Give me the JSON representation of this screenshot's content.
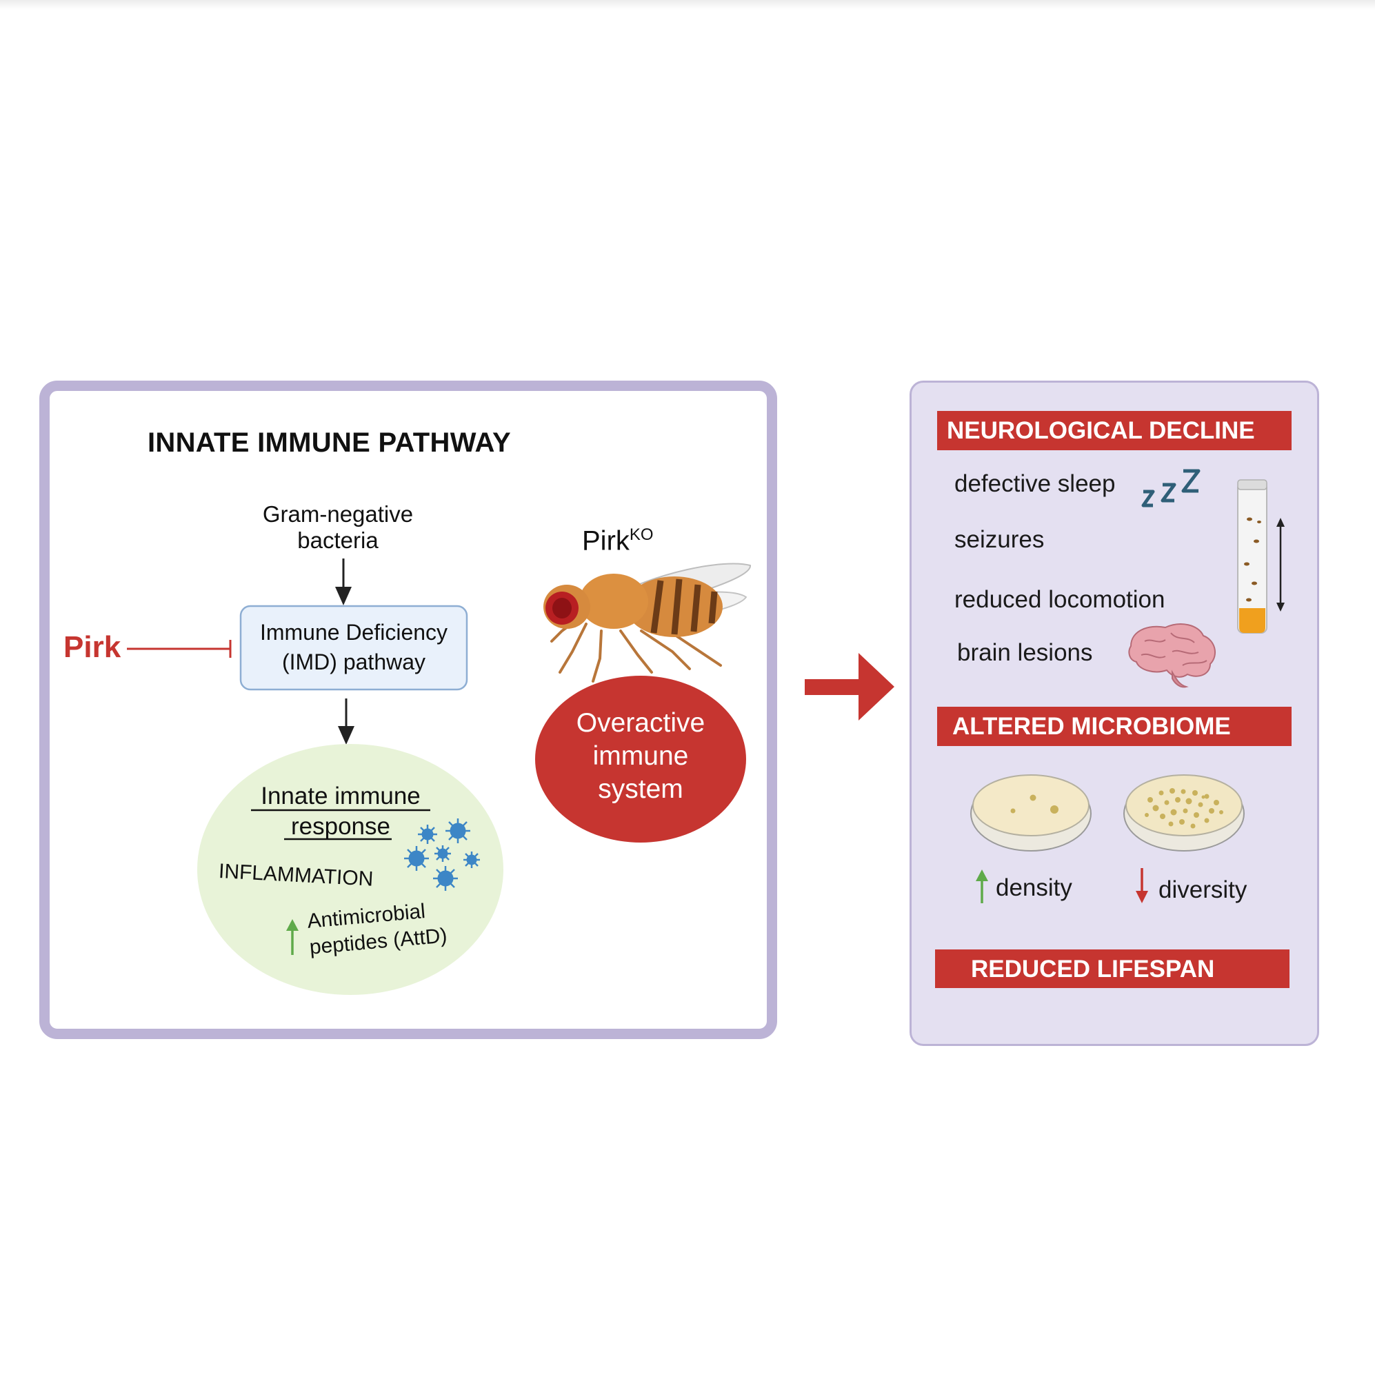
{
  "left_panel": {
    "title": "INNATE IMMUNE PATHWAY",
    "bacteria_label": "Gram-negative bacteria",
    "inhibitor_label": "Pirk",
    "imd_box": {
      "line1": "Immune Deficiency",
      "line2": "(IMD) pathway"
    },
    "response": {
      "title_line1": "Innate immune",
      "title_line2": "response",
      "inflammation": "INFLAMMATION",
      "amp_line1": "Antimicrobial",
      "amp_line2": "peptides (AttD)"
    },
    "fly": {
      "label": "Pirk",
      "label_superscript": "KO"
    },
    "overactive": {
      "line1": "Overactive",
      "line2": "immune",
      "line3": "system"
    }
  },
  "right_panel": {
    "neuro": {
      "banner": "NEUROLOGICAL DECLINE",
      "items": [
        "defective sleep",
        "seizures",
        "reduced locomotion",
        "brain lesions"
      ]
    },
    "microbiome": {
      "banner": "ALTERED MICROBIOME",
      "density_label": "density",
      "diversity_label": "diversity"
    },
    "lifespan": {
      "banner": "REDUCED LIFESPAN"
    }
  },
  "colors": {
    "panel_border": "#bcb3d6",
    "right_panel_bg": "#e4e0f1",
    "accent_red": "#c63530",
    "imd_box_fill": "#e9f1fb",
    "response_fill": "#e8f3d8",
    "up_arrow_green": "#5faa4a",
    "virus_blue": "#3d86c6"
  },
  "icons": [
    "sleep-zzz-icon",
    "fly-vial-icon",
    "brain-icon",
    "petri-dish-icon",
    "virus-icon",
    "fruit-fly-icon"
  ]
}
